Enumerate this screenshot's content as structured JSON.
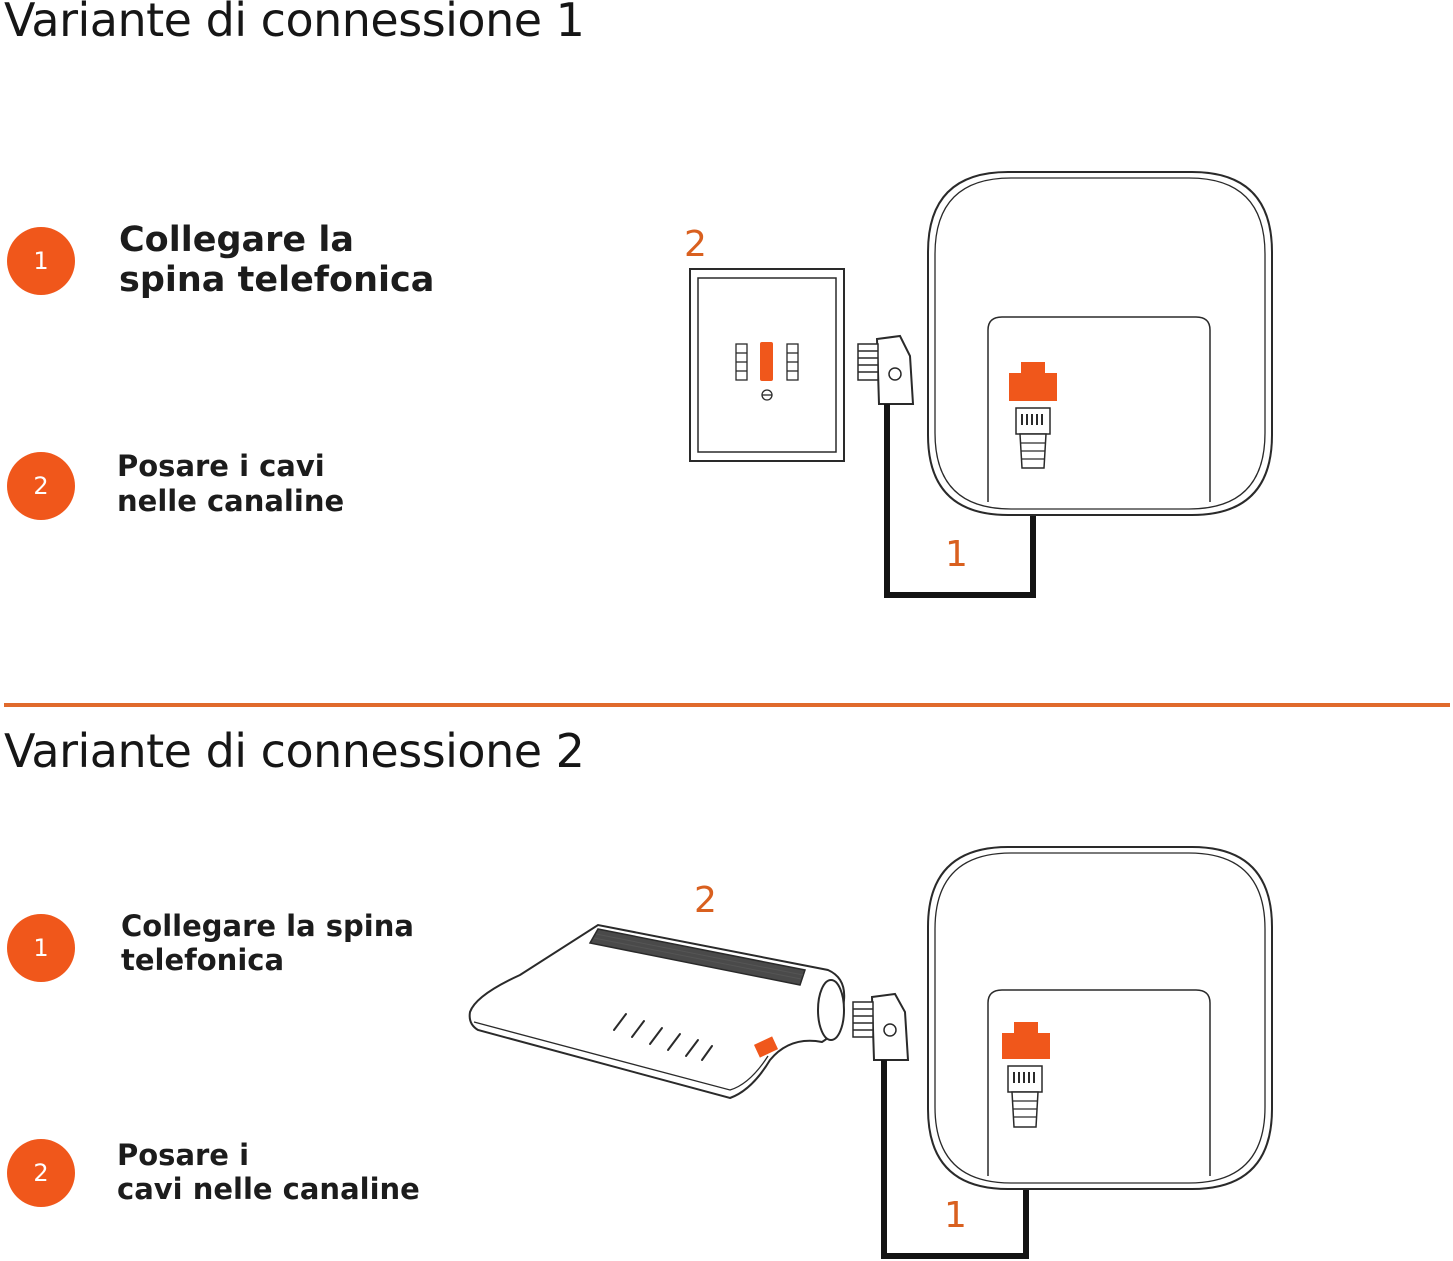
{
  "colors": {
    "accent": "#f0571b",
    "divider": "#e06a2c",
    "label": "#d9601f",
    "outline": "#2a2a2a",
    "cable": "#141414"
  },
  "variant1": {
    "title": "Variante di connessione 1",
    "steps": [
      {
        "number": "1",
        "lines": [
          "Collegare la",
          "spina telefonica"
        ]
      },
      {
        "number": "2",
        "lines": [
          "Posare i cavi",
          "nelle canaline"
        ]
      }
    ],
    "diagram": {
      "label_wall_socket": "2",
      "label_cable": "1"
    }
  },
  "variant2": {
    "title": "Variante di connessione 2",
    "steps": [
      {
        "number": "1",
        "lines": [
          "Collegare la spina",
          "telefonica"
        ]
      },
      {
        "number": "2",
        "lines": [
          "Posare i",
          "cavi nelle canaline"
        ]
      }
    ],
    "diagram": {
      "label_router": "2",
      "label_cable": "1"
    }
  },
  "icons": [
    "wall-socket-icon",
    "tae-plug-icon",
    "base-station-icon",
    "rj11-port-icon",
    "router-icon"
  ]
}
